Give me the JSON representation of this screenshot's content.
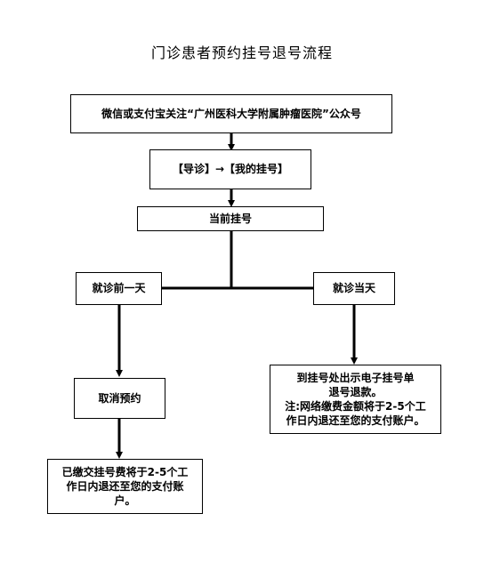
{
  "title": "门诊患者预约挂号退号流程",
  "steps": {
    "follow": "微信或支付宝关注“广州医科大学附属肿瘤医院”公众号",
    "guide": "【导诊】→【我的挂号】",
    "current": "当前挂号",
    "day_before": "就诊前一天",
    "same_day": "就诊当天",
    "cancel": "取消预约",
    "refund_before": [
      "已缴交挂号费将于2-5个工",
      "作日内退还至您的支付账",
      "户。"
    ],
    "refund_same_day": [
      "到挂号处出示电子挂号单",
      "退号退款。",
      "注:网络缴费金额将于2-5个工",
      "作日内退还至您的支付账户。"
    ]
  },
  "colors": {
    "line": "#000000",
    "background": "#ffffff"
  }
}
